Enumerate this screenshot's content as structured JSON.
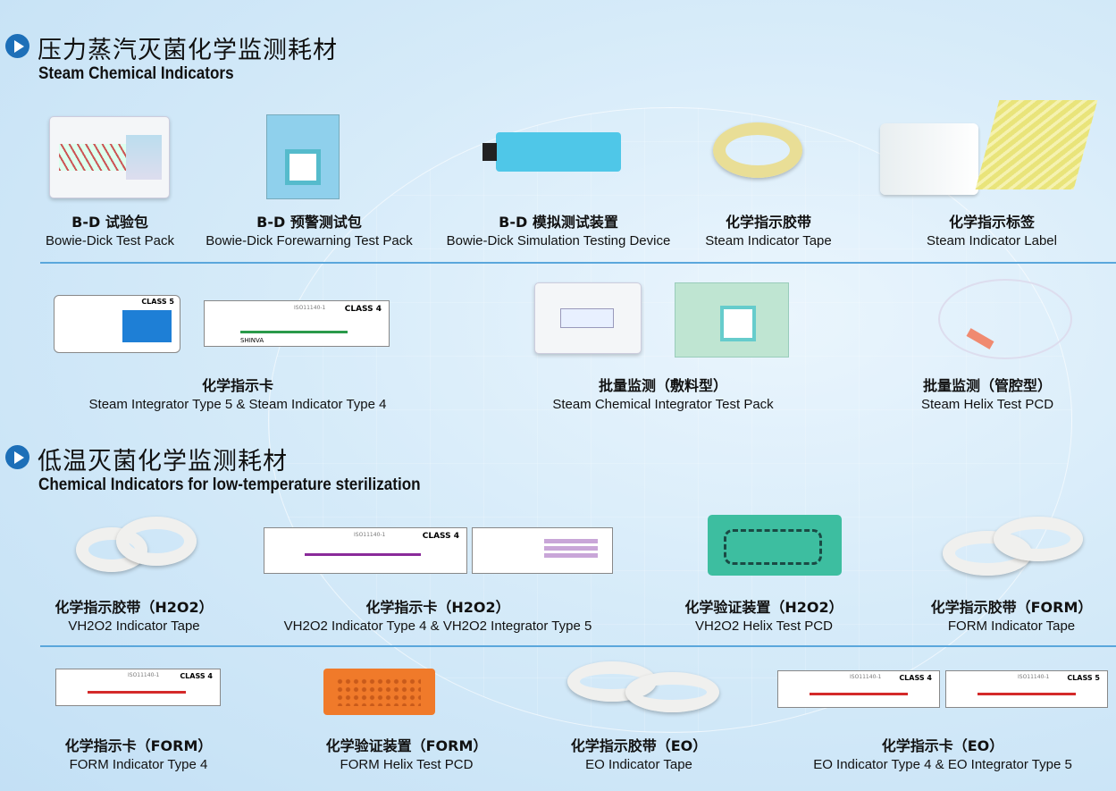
{
  "sections": [
    {
      "title_cn": "压力蒸汽灭菌化学监测耗材",
      "title_en": "Steam Chemical Indicators"
    },
    {
      "title_cn": "低温灭菌化学监测耗材",
      "title_en": "Chemical Indicators for low-temperature sterilization"
    }
  ],
  "rows": [
    [
      {
        "cn": "B-D 试验包",
        "en": "Bowie-Dick Test Pack"
      },
      {
        "cn": "B-D 预警测试包",
        "en": "Bowie-Dick Forewarning Test Pack"
      },
      {
        "cn": "B-D 模拟测试装置",
        "en": "Bowie-Dick Simulation Testing Device"
      },
      {
        "cn": "化学指示胶带",
        "en": "Steam Indicator Tape"
      },
      {
        "cn": "化学指示标签",
        "en": "Steam Indicator Label"
      }
    ],
    [
      {
        "cn": "化学指示卡",
        "en": "Steam Integrator Type 5 & Steam Indicator Type 4"
      },
      {
        "cn": "批量监测（敷料型）",
        "en": "Steam Chemical Integrator Test Pack"
      },
      {
        "cn": "批量监测（管腔型）",
        "en": "Steam Helix Test PCD"
      }
    ],
    [
      {
        "cn": "化学指示胶带（H2O2）",
        "en": "VH2O2 Indicator Tape"
      },
      {
        "cn": "化学指示卡（H2O2）",
        "en": "VH2O2 Indicator Type 4 & VH2O2 Integrator Type 5"
      },
      {
        "cn": "化学验证装置（H2O2）",
        "en": "VH2O2 Helix Test PCD"
      },
      {
        "cn": "化学指示胶带（FORM）",
        "en": "FORM Indicator Tape"
      }
    ],
    [
      {
        "cn": "化学指示卡（FORM）",
        "en": "FORM Indicator Type 4"
      },
      {
        "cn": "化学验证装置（FORM）",
        "en": "FORM Helix Test PCD"
      },
      {
        "cn": "化学指示胶带（EO）",
        "en": "EO Indicator Tape"
      },
      {
        "cn": "化学指示卡（EO）",
        "en": "EO Indicator Type 4 & EO Integrator Type 5"
      }
    ]
  ],
  "card_labels": {
    "brand": "SHINVA",
    "class4": "CLASS 4",
    "class5": "CLASS 5",
    "iso": "ISO11140-1"
  },
  "colors": {
    "accent": "#1d6fb8",
    "divider": "#5aa7dc"
  }
}
